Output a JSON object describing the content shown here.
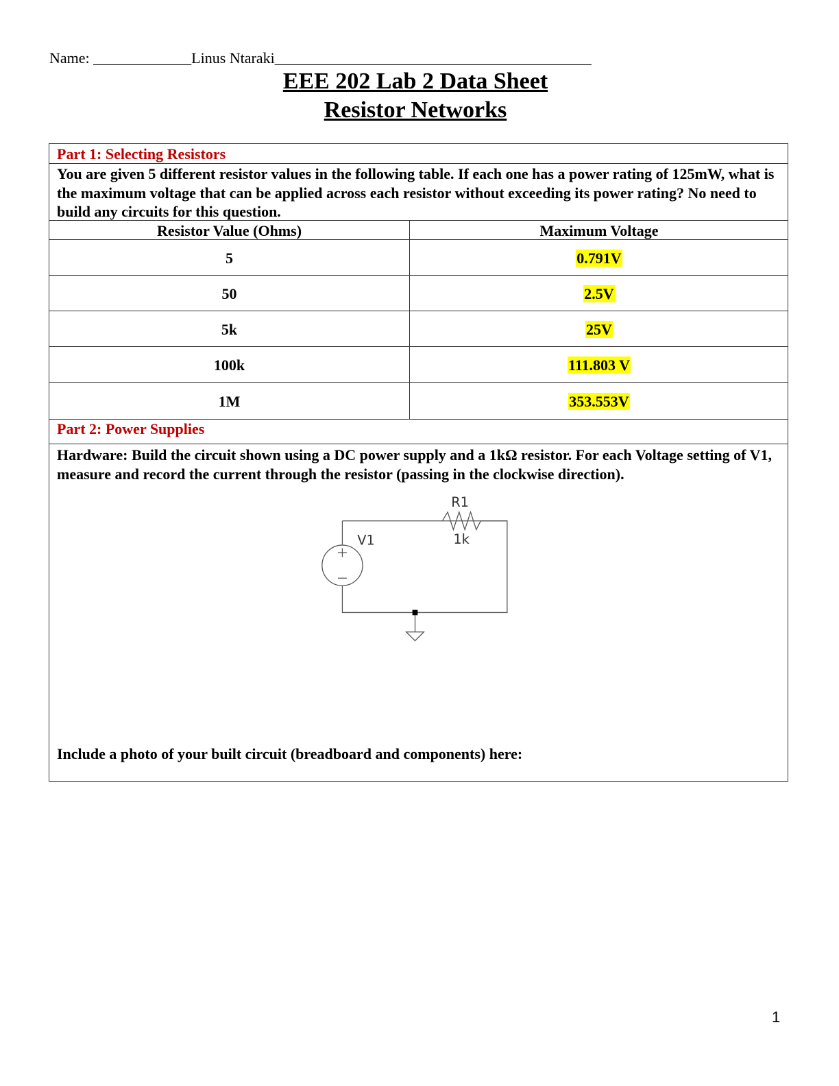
{
  "header": {
    "name_line": "Name: _____________Linus Ntaraki__________________________________________",
    "title": "EEE 202 Lab 2 Data Sheet",
    "subtitle": "Resistor Networks"
  },
  "part1": {
    "heading": "Part 1: Selecting Resistors",
    "instructions": "You are given 5 different resistor values in the following table. If each one has a power rating of 125mW, what is the maximum voltage that can be applied across each resistor without exceeding its power rating? No need to build any circuits for this question.",
    "columns": [
      "Resistor Value (Ohms)",
      "Maximum Voltage"
    ],
    "rows": [
      {
        "resistor": "5",
        "voltage": "0.791V"
      },
      {
        "resistor": "50",
        "voltage": "2.5V"
      },
      {
        "resistor": "5k",
        "voltage": "25V"
      },
      {
        "resistor": "100k",
        "voltage": "111.803 V"
      },
      {
        "resistor": "1M",
        "voltage": "353.553V"
      }
    ],
    "highlight_color": "#ffff00"
  },
  "part2": {
    "heading": "Part 2: Power Supplies",
    "instructions": "Hardware: Build the circuit shown using a DC power supply and a 1kΩ resistor.  For each Voltage setting of V1, measure and record the current through the resistor (passing in the clockwise direction).",
    "circuit": {
      "resistor_name": "R1",
      "resistor_value": "1k",
      "source_name": "V1",
      "plus": "+",
      "minus": "−"
    },
    "photo_prompt": "Include a photo of your built circuit (breadboard and components) here:"
  },
  "page_number": "1",
  "colors": {
    "heading_red": "#c00000",
    "border": "#333333"
  }
}
